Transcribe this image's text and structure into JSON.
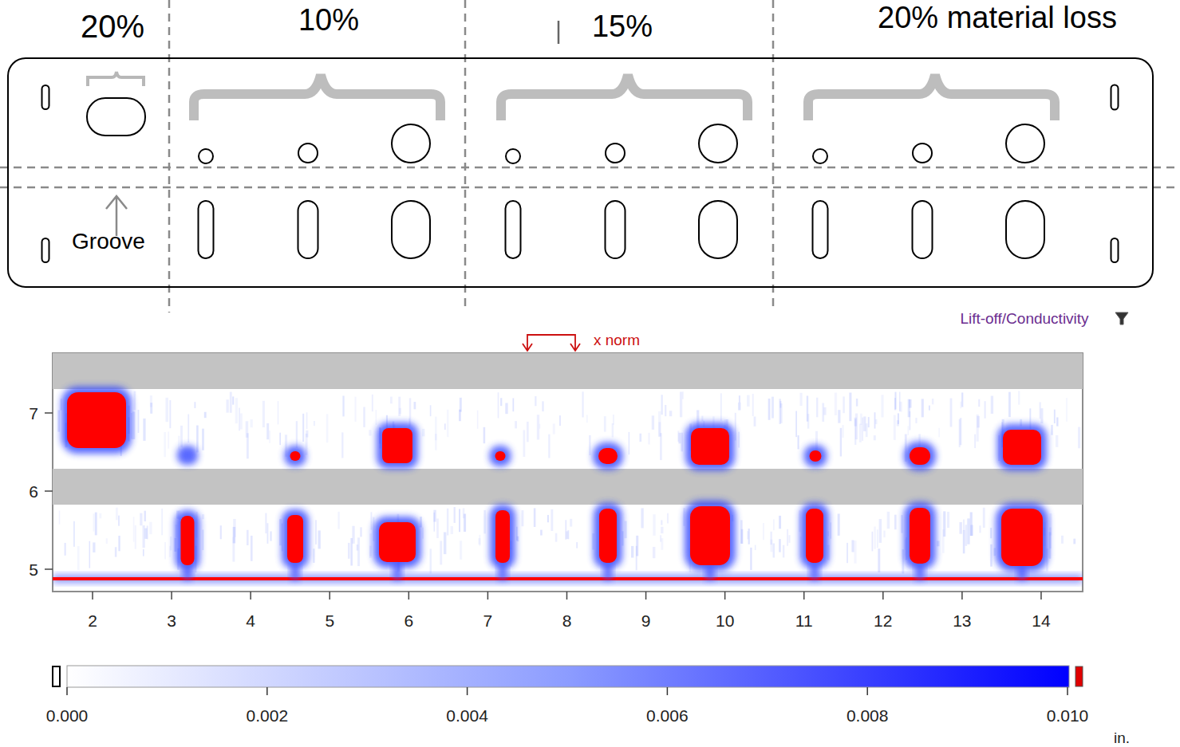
{
  "diagram": {
    "labels": [
      "20%",
      "10%",
      "15%",
      "20% material loss",
      "Groove",
      "Lift-off/Conductivity",
      "x norm",
      "7",
      "6",
      "5",
      "2",
      "3",
      "4",
      "5",
      "6",
      "7",
      "8",
      "9",
      "10",
      "11",
      "12",
      "13",
      "14",
      "0.000",
      "0.002",
      "0.004",
      "0.006",
      "0.008",
      "0.010",
      "in."
    ]
  }
}
